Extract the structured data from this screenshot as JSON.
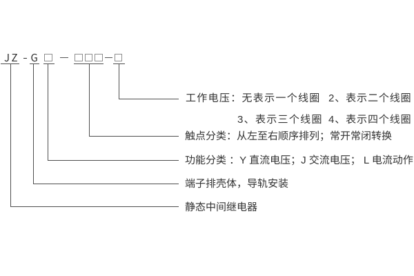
{
  "diagram": {
    "title_hint": "relay model designation explanation",
    "background": "#ffffff"
  },
  "colors": {
    "code_text": "#2d2d2d",
    "label_text": "#333333",
    "line": "#4d4d4d",
    "box_border": "#8e8e8e"
  },
  "model_code": {
    "full": "JZ-G□-□□□-□",
    "prefix": "JZ",
    "housing_letter": "G",
    "separator_1": "-",
    "separator_2": "—",
    "separator_3": "—",
    "function_box_count": 1,
    "contact_box_count": 3,
    "voltage_box_count": 1
  },
  "labels": {
    "working_voltage": {
      "line1_left": "工作电压：无表示一个线圈",
      "line1_right": "2、表示二个线圈",
      "line2_left": "3、表示三个线圈",
      "line2_right": "4、表示四个线圈"
    },
    "contact_class": "触点分类：从左至右顺序排列；常开常闭转换",
    "function_class": "功能分类 ：Y 直流电压；J 交流电压； L 电流动作",
    "housing": "端子排壳体，导轨安装",
    "series": "静态中间继电器"
  }
}
